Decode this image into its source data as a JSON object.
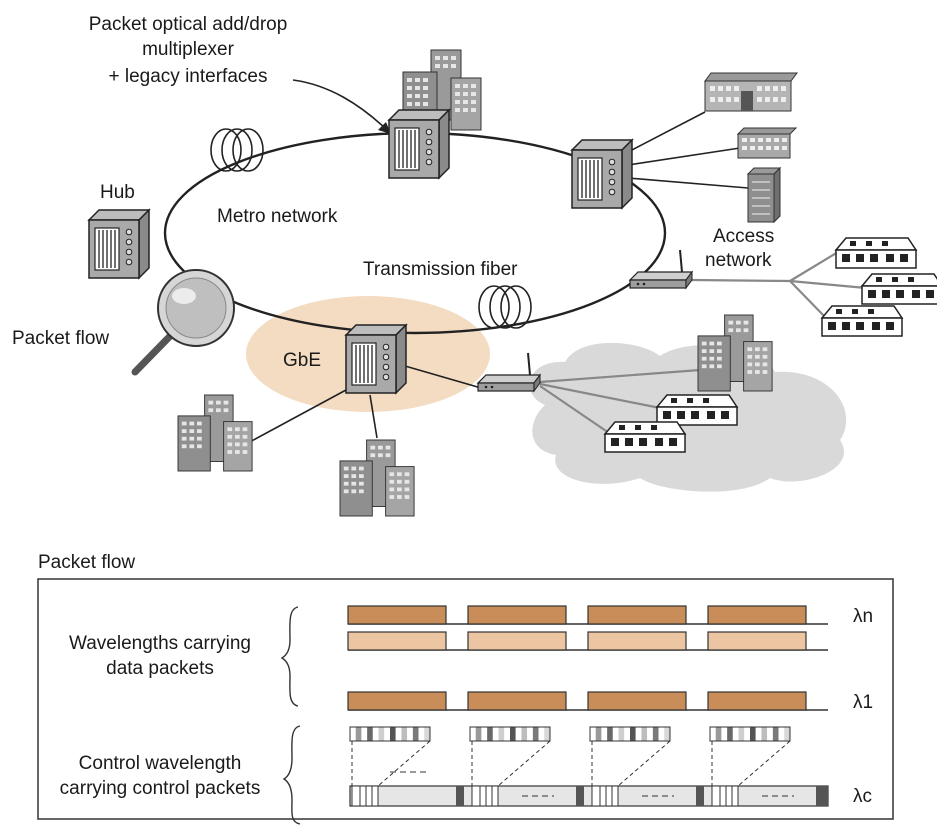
{
  "top_diagram": {
    "labels": {
      "add_drop": [
        "Packet optical add/drop",
        "multiplexer",
        "+ legacy interfaces"
      ],
      "hub": "Hub",
      "metro_network": "Metro network",
      "transmission_fiber": "Transmission fiber",
      "access_network": [
        "Access",
        "network"
      ],
      "packet_flow": "Packet flow",
      "gbe": "GbE"
    },
    "icons": {
      "node": "optical-node-icon",
      "building": "office-building-icon",
      "house": "house-icon",
      "router": "router-icon",
      "fiber_spool": "fiber-spool-icon",
      "magnifier": "magnifying-glass-icon",
      "server": "server-rack-icon",
      "institution": "institution-building-icon"
    }
  },
  "bottom_diagram": {
    "section_title": "Packet flow",
    "data_label": [
      "Wavelengths carrying",
      "data packets"
    ],
    "control_label": [
      "Control wavelength",
      "carrying control packets"
    ],
    "wavelengths": [
      {
        "symbol": "λn",
        "packet_color": "#c98d59"
      },
      {
        "symbol": "",
        "packet_color": "#ecc5a3"
      },
      {
        "symbol": "λ1",
        "packet_color": "#c98d59"
      }
    ],
    "control_symbol": "λc",
    "packets_per_line": 4
  },
  "colors": {
    "gbe_ellipse": "#f3dcc2",
    "cloud": "#d9d9d9",
    "dark_packet": "#c98d59",
    "light_packet": "#ecc5a3",
    "control_bar": "#e6e6e6"
  }
}
